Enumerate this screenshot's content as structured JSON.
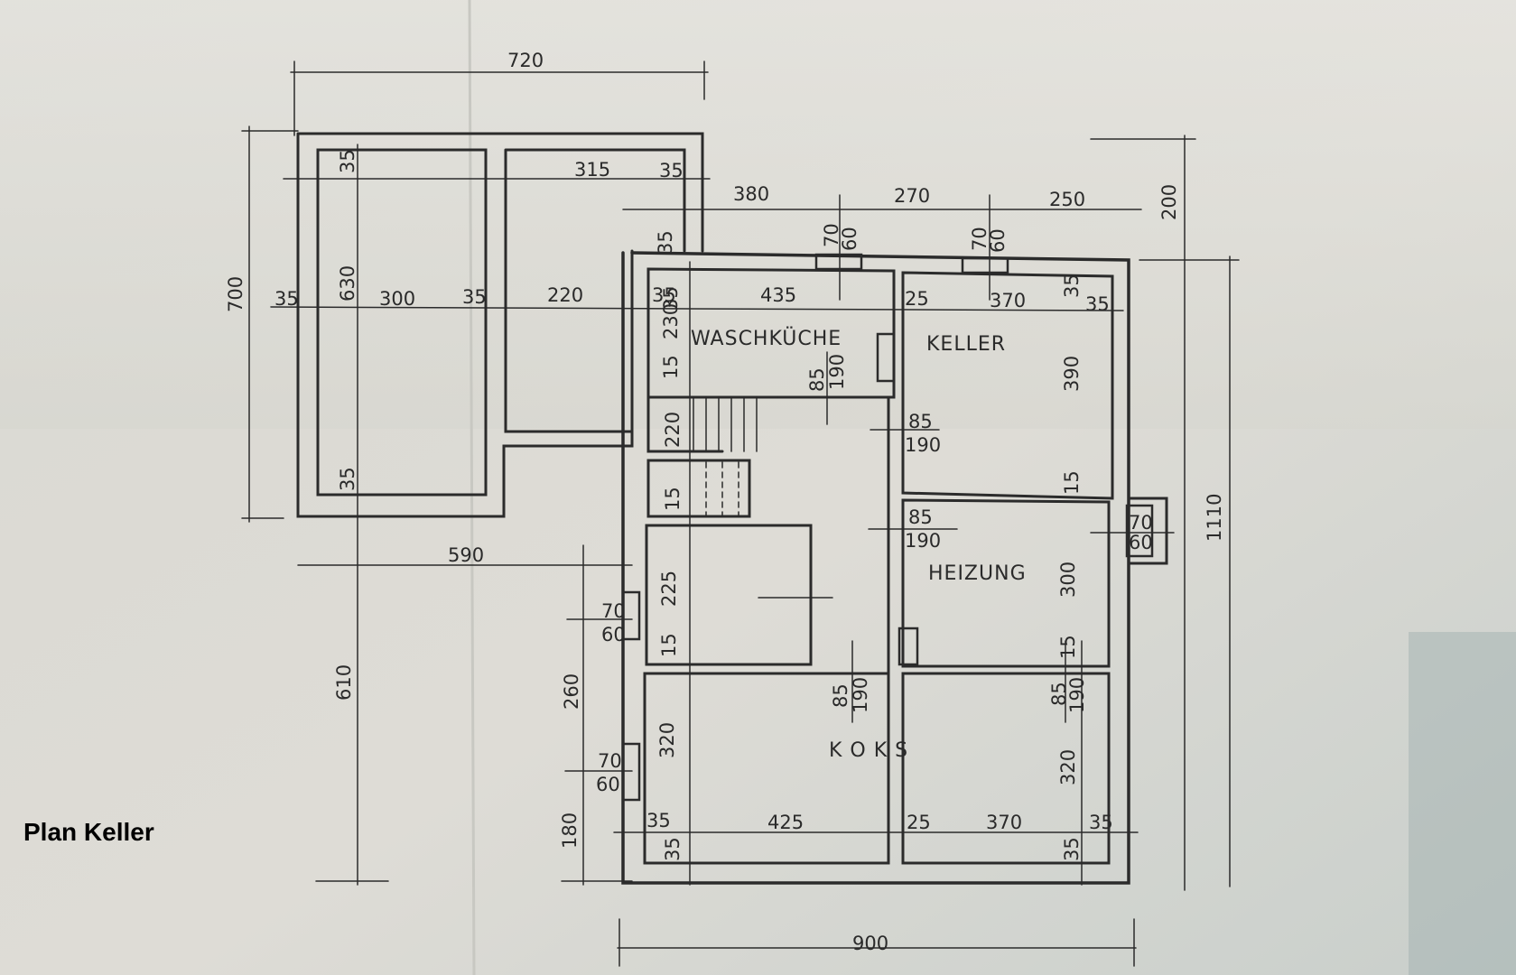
{
  "title": "Plan Keller",
  "rooms": {
    "waschkueche": "WASCHKÜCHE",
    "keller": "KELLER",
    "heizung": "HEIZUNG",
    "koks": "K O K S"
  },
  "dimensions": {
    "top_overall": "720",
    "annex_inner_width": "315",
    "annex_wall_top": "35",
    "upper_380": "380",
    "upper_270": "270",
    "upper_250": "250",
    "right_200": "200",
    "left_700": "700",
    "left_35": "35",
    "annex_630": "630",
    "annex_wall_35a": "35",
    "annex_wall_35b": "35",
    "annex_300": "300",
    "annex_35_mid": "35",
    "annex_220": "220",
    "annex_35_b": "35",
    "wk_35": "35",
    "wk_435": "435",
    "kl_25": "25",
    "kl_370": "370",
    "kl_35": "35",
    "kl_35b": "35",
    "wk_230": "230",
    "wk_15": "15",
    "wk_35_vert": "35",
    "win1_70": "70",
    "win1_60": "60",
    "win2_70": "70",
    "win2_60": "60",
    "door1_85": "85",
    "door1_190": "190",
    "door2_85": "85",
    "door2_190": "190",
    "kl_390": "390",
    "kl_15": "15",
    "stair_220": "220",
    "stair_15": "15",
    "door3_85": "85",
    "door3_190": "190",
    "win3_70": "70",
    "win3_60": "60",
    "right_1110": "1110",
    "hz_300": "300",
    "hz_15": "15",
    "mid_590": "590",
    "r2_225": "225",
    "r2_15": "15",
    "win4_70": "70",
    "win4_60": "60",
    "left_610": "610",
    "left_260": "260",
    "door4_85": "85",
    "door4_190": "190",
    "door5_85": "85",
    "door5_190": "190",
    "koks_320": "320",
    "koks_r_320": "320",
    "win5_70": "70",
    "win5_60": "60",
    "left_180": "180",
    "bot_35": "35",
    "bot_425": "425",
    "bot_25": "25",
    "bot_370": "370",
    "bot_35b": "35",
    "bot_35_vert": "35",
    "bot_35_vert_r": "35",
    "bottom_900": "900"
  }
}
